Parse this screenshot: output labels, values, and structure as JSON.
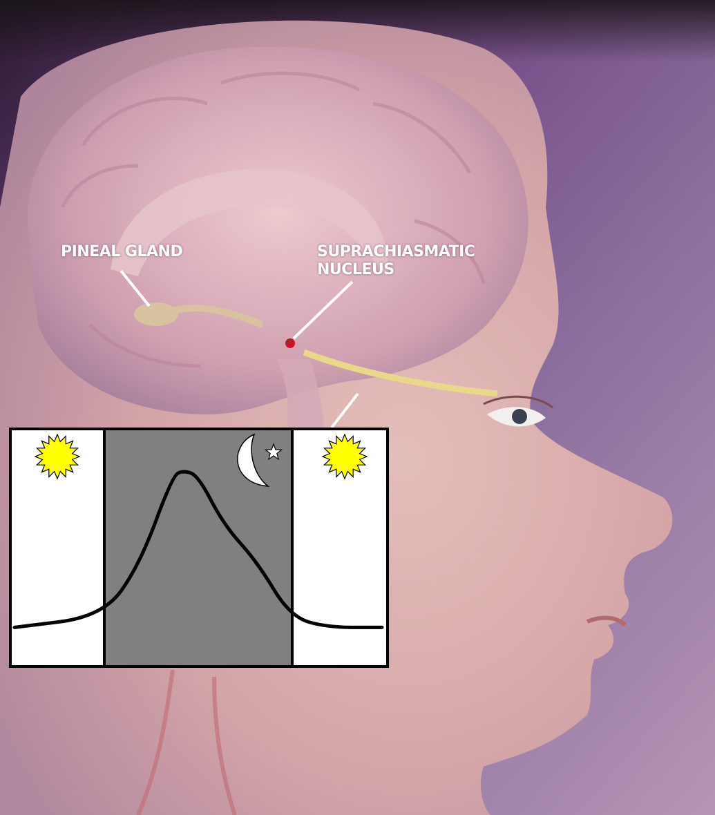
{
  "labels": {
    "pineal_gland": "PINEAL GLAND",
    "scn_line1": "SUPRACHIASMATIC",
    "scn_line2": "NUCLEUS"
  },
  "icons": {
    "day_start": "sun-icon",
    "night": "moon-star-icon",
    "day_end": "sun-icon"
  },
  "colors": {
    "label_text": "#ffffff",
    "day_panel": "#ffffff",
    "night_panel": "#808080",
    "curve": "#000000",
    "sun_fill": "#ffff00",
    "moon_fill": "#ffffff"
  },
  "chart_data": {
    "type": "line",
    "title": "",
    "xlabel": "",
    "ylabel": "",
    "phases": [
      "day",
      "night",
      "day"
    ],
    "x": [
      0,
      0.24,
      0.34,
      0.43,
      0.46,
      0.5,
      0.57,
      0.66,
      0.75,
      0.85,
      1.0
    ],
    "y": [
      0.04,
      0.1,
      0.38,
      0.87,
      0.9,
      0.87,
      0.6,
      0.4,
      0.1,
      0.04,
      0.04
    ]
  }
}
